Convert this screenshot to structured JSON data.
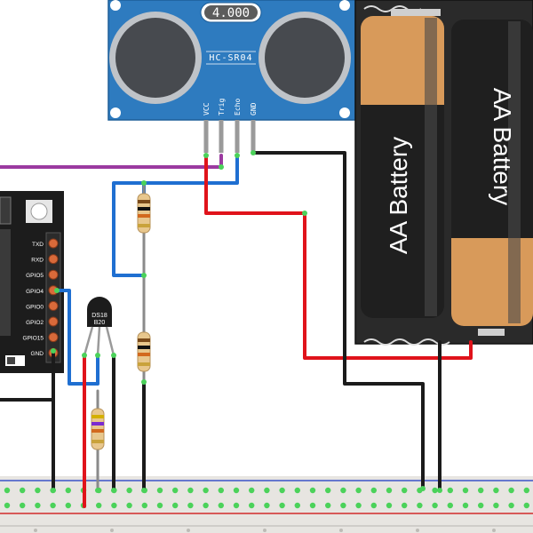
{
  "sensor": {
    "crystal_label": "4.000",
    "model_label": "HC-SR04",
    "pins": [
      "VCC",
      "Trig",
      "Echo",
      "GND"
    ]
  },
  "battery": {
    "cell_left_label": "AA Battery",
    "cell_right_label": "AA Battery"
  },
  "board": {
    "pins": [
      "TXD",
      "RXD",
      "GPIO5",
      "GPIO4",
      "GPIO0",
      "GPIO2",
      "GPIO15",
      "GND"
    ]
  },
  "temp_sensor": {
    "line1": "DS18",
    "line2": "B20"
  },
  "colors": {
    "sensor_body": "#2e7bbf",
    "wire_red": "#e0131b",
    "wire_black": "#1b1b1b",
    "wire_blue": "#1f6fd1",
    "wire_purple": "#9b3aa0",
    "wire_grey": "#8a8a8a",
    "battery_holder": "#2a2a2a",
    "battery_copper": "#d89a5a",
    "board_body": "#1c1c1c",
    "breadboard": "#e7e5e1"
  }
}
